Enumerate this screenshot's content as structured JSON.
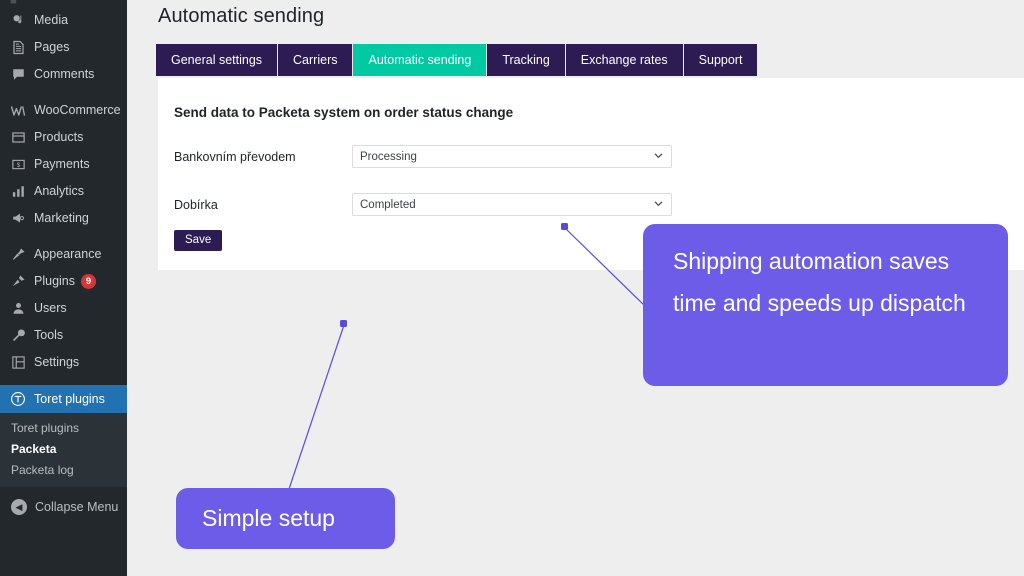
{
  "sidebar": {
    "items": [
      {
        "label": "Media",
        "icon": "media-icon"
      },
      {
        "label": "Pages",
        "icon": "pages-icon"
      },
      {
        "label": "Comments",
        "icon": "comments-icon"
      },
      {
        "label": "WooCommerce",
        "icon": "woocommerce-icon"
      },
      {
        "label": "Products",
        "icon": "products-icon"
      },
      {
        "label": "Payments",
        "icon": "payments-icon"
      },
      {
        "label": "Analytics",
        "icon": "analytics-icon"
      },
      {
        "label": "Marketing",
        "icon": "marketing-icon"
      },
      {
        "label": "Appearance",
        "icon": "appearance-icon"
      },
      {
        "label": "Plugins",
        "icon": "plugins-icon",
        "badge": "9"
      },
      {
        "label": "Users",
        "icon": "users-icon"
      },
      {
        "label": "Tools",
        "icon": "tools-icon"
      },
      {
        "label": "Settings",
        "icon": "settings-icon"
      }
    ],
    "current": {
      "label": "Toret plugins",
      "icon": "toret-icon"
    },
    "submenu": [
      {
        "label": "Toret plugins",
        "active": false
      },
      {
        "label": "Packeta",
        "active": true
      },
      {
        "label": "Packeta log",
        "active": false
      }
    ],
    "collapse_label": "Collapse Menu",
    "colors": {
      "background": "#23282d",
      "submenu_background": "#2c3338",
      "current": "#2271b1",
      "badge": "#d63638"
    }
  },
  "header": {
    "title": "Automatic sending"
  },
  "tabs": [
    {
      "label": "General settings",
      "active": false
    },
    {
      "label": "Carriers",
      "active": false
    },
    {
      "label": "Automatic sending",
      "active": true
    },
    {
      "label": "Tracking",
      "active": false
    },
    {
      "label": "Exchange rates",
      "active": false
    },
    {
      "label": "Support",
      "active": false
    }
  ],
  "panel": {
    "heading": "Send data to Packeta system on order status change",
    "rows": [
      {
        "label": "Bankovním převodem",
        "value": "Processing"
      },
      {
        "label": "Dobírka",
        "value": "Completed"
      }
    ],
    "save_label": "Save"
  },
  "callouts": [
    {
      "id": "shipping",
      "text": "Shipping automation saves time and speeds up dispatch"
    },
    {
      "id": "setup",
      "text": "Simple setup"
    }
  ],
  "colors": {
    "tab_inactive": "#2d1b53",
    "tab_active": "#01c9a1",
    "callout": "#6c5ce7",
    "page_background": "#eeeeee",
    "panel_background": "#ffffff"
  }
}
